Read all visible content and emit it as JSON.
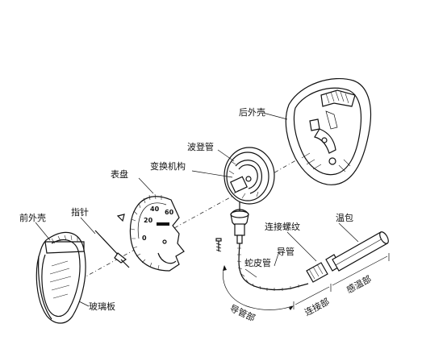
{
  "labels": {
    "rear_housing": "后外壳",
    "bourdon_tube": "波登管",
    "movement": "变换机构",
    "dial": "表盘",
    "pointer": "指针",
    "front_housing": "前外壳",
    "glass_plate": "玻璃板",
    "bulb": "温包",
    "connecting_thread": "连接螺纹",
    "conduit": "导管",
    "snake_sheath": "蛇皮管",
    "conduit_section": "导管部",
    "connection_section": "连接部",
    "sensing_section": "感温部"
  },
  "dial_numbers": [
    "20",
    "40",
    "60",
    "0"
  ]
}
